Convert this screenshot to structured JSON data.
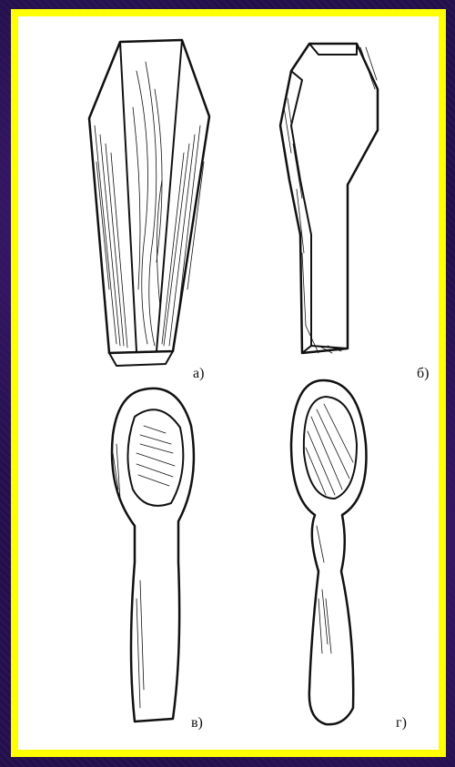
{
  "figure": {
    "labels": {
      "a": "а)",
      "b": "б)",
      "v": "в)",
      "g": "г)"
    },
    "colors": {
      "frame": "#ffff00",
      "background": "#23104a",
      "ink": "#111111"
    }
  }
}
